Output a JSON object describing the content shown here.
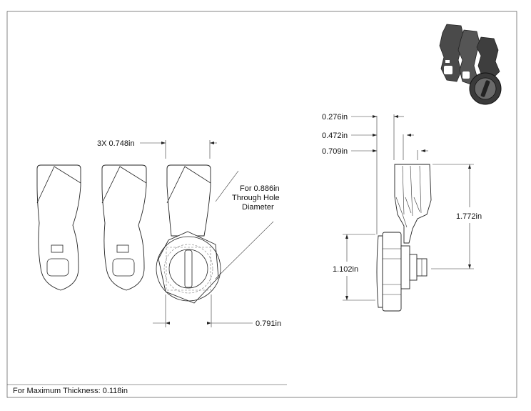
{
  "dimensions": {
    "cam_width": "3X 0.748in",
    "hole_note_line1": "For 0.886in",
    "hole_note_line2": "Through Hole",
    "hole_note_line3": "Diameter",
    "nut_width": "0.791in",
    "offset_1": "0.276in",
    "offset_2": "0.472in",
    "offset_3": "0.709in",
    "overall_height": "1.772in",
    "flange_height": "1.102in"
  },
  "footer": {
    "thickness_note": "For Maximum Thickness: 0.118in"
  },
  "colors": {
    "line": "#222222",
    "background": "#ffffff",
    "render_dark": "#3a3a3a"
  }
}
